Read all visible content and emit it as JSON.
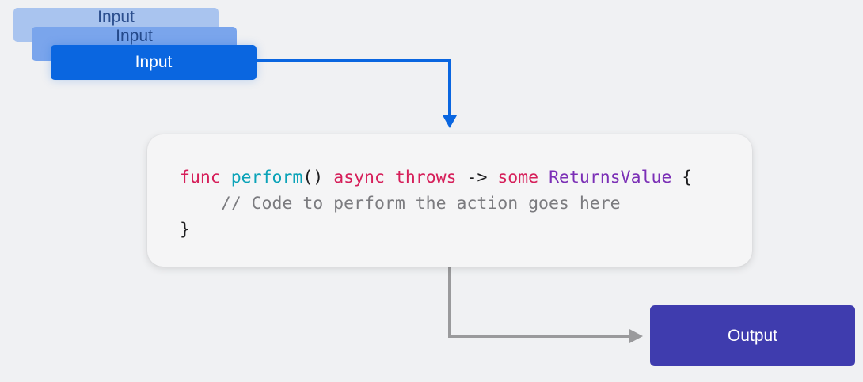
{
  "inputs": {
    "back_label": "Input",
    "middle_label": "Input",
    "front_label": "Input"
  },
  "code": {
    "line1": {
      "func": "func",
      "name": "perform",
      "parens": "()",
      "async": "async",
      "throws": "throws",
      "arrow": "->",
      "some": "some",
      "type": "ReturnsValue",
      "brace": "{"
    },
    "line2_comment": "// Code to perform the action goes here",
    "line3": "}"
  },
  "output": {
    "label": "Output"
  },
  "colors": {
    "input_accent": "#0a66e0",
    "output_accent": "#3f3cae",
    "connector_out": "#9a9a9c",
    "keyword": "#d61f5a",
    "function": "#0ba3b8",
    "type": "#7b2fb6",
    "comment": "#7b7b7f"
  }
}
